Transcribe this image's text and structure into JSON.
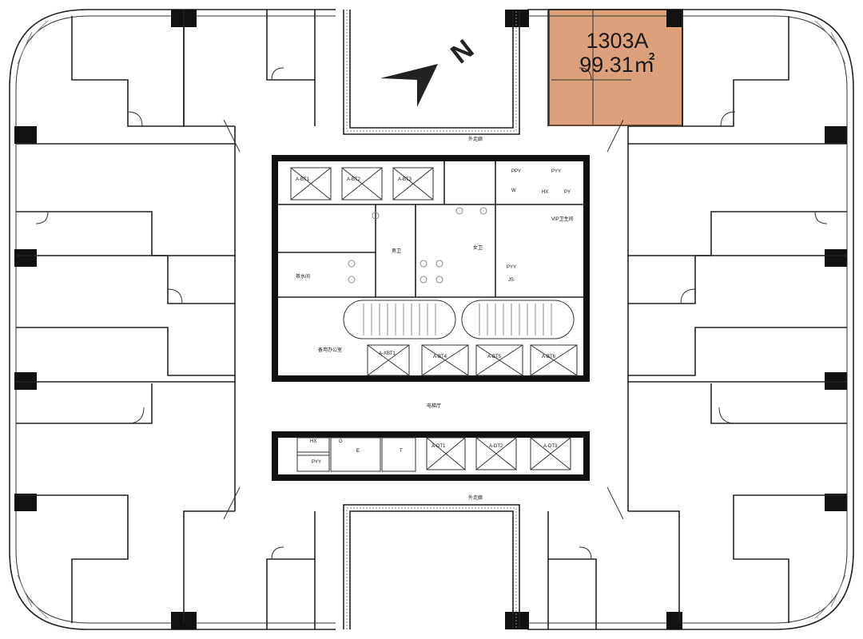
{
  "highlight": {
    "unit_id": "1303A",
    "area": "99.31㎡",
    "fill_color": "#dca07a",
    "border_color": "#6a4a3a"
  },
  "compass": {
    "north_label": "N",
    "icon": "north-arrow-icon"
  },
  "core": {
    "lobby_label": "电梯厅",
    "men_wc_label": "男卫",
    "women_wc_label": "女卫",
    "tea_room_label": "茶水间",
    "office_label": "备用办公室",
    "corridor_label": "外走廊",
    "passenger_elevators": [
      "A-BT1",
      "A-BT2",
      "A-BT3",
      "A-BT4",
      "A-BT5",
      "A-BT6"
    ],
    "freight_elevators": [
      "A-DT1",
      "A-DT2",
      "A-DT3"
    ],
    "fire_elevator": "A-XBT1",
    "shaft_labels": [
      "PY",
      "PYY",
      "PPY",
      "HX",
      "JS",
      "W",
      "G",
      "E",
      "T"
    ],
    "vip_label": "VIP卫生间"
  }
}
